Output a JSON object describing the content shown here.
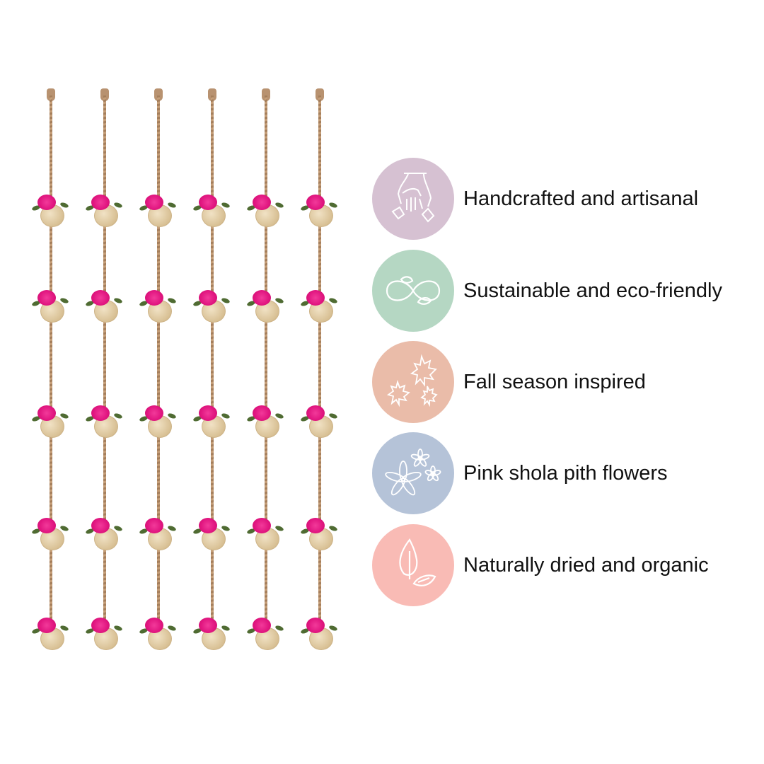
{
  "product": {
    "strand_count": 6,
    "ornaments_per_strand": 5
  },
  "features": [
    {
      "label": "Handcrafted and artisanal",
      "icon": "hand-icon",
      "color": "#d6c1d2"
    },
    {
      "label": "Sustainable and eco-friendly",
      "icon": "infinity-leaf-icon",
      "color": "#b5d7c3"
    },
    {
      "label": "Fall season inspired",
      "icon": "maple-leaves-icon",
      "color": "#eabca9"
    },
    {
      "label": "Pink shola pith flowers",
      "icon": "flowers-icon",
      "color": "#b5c3d8"
    },
    {
      "label": "Naturally dried and organic",
      "icon": "leaves-icon",
      "color": "#f9bbb5"
    }
  ]
}
